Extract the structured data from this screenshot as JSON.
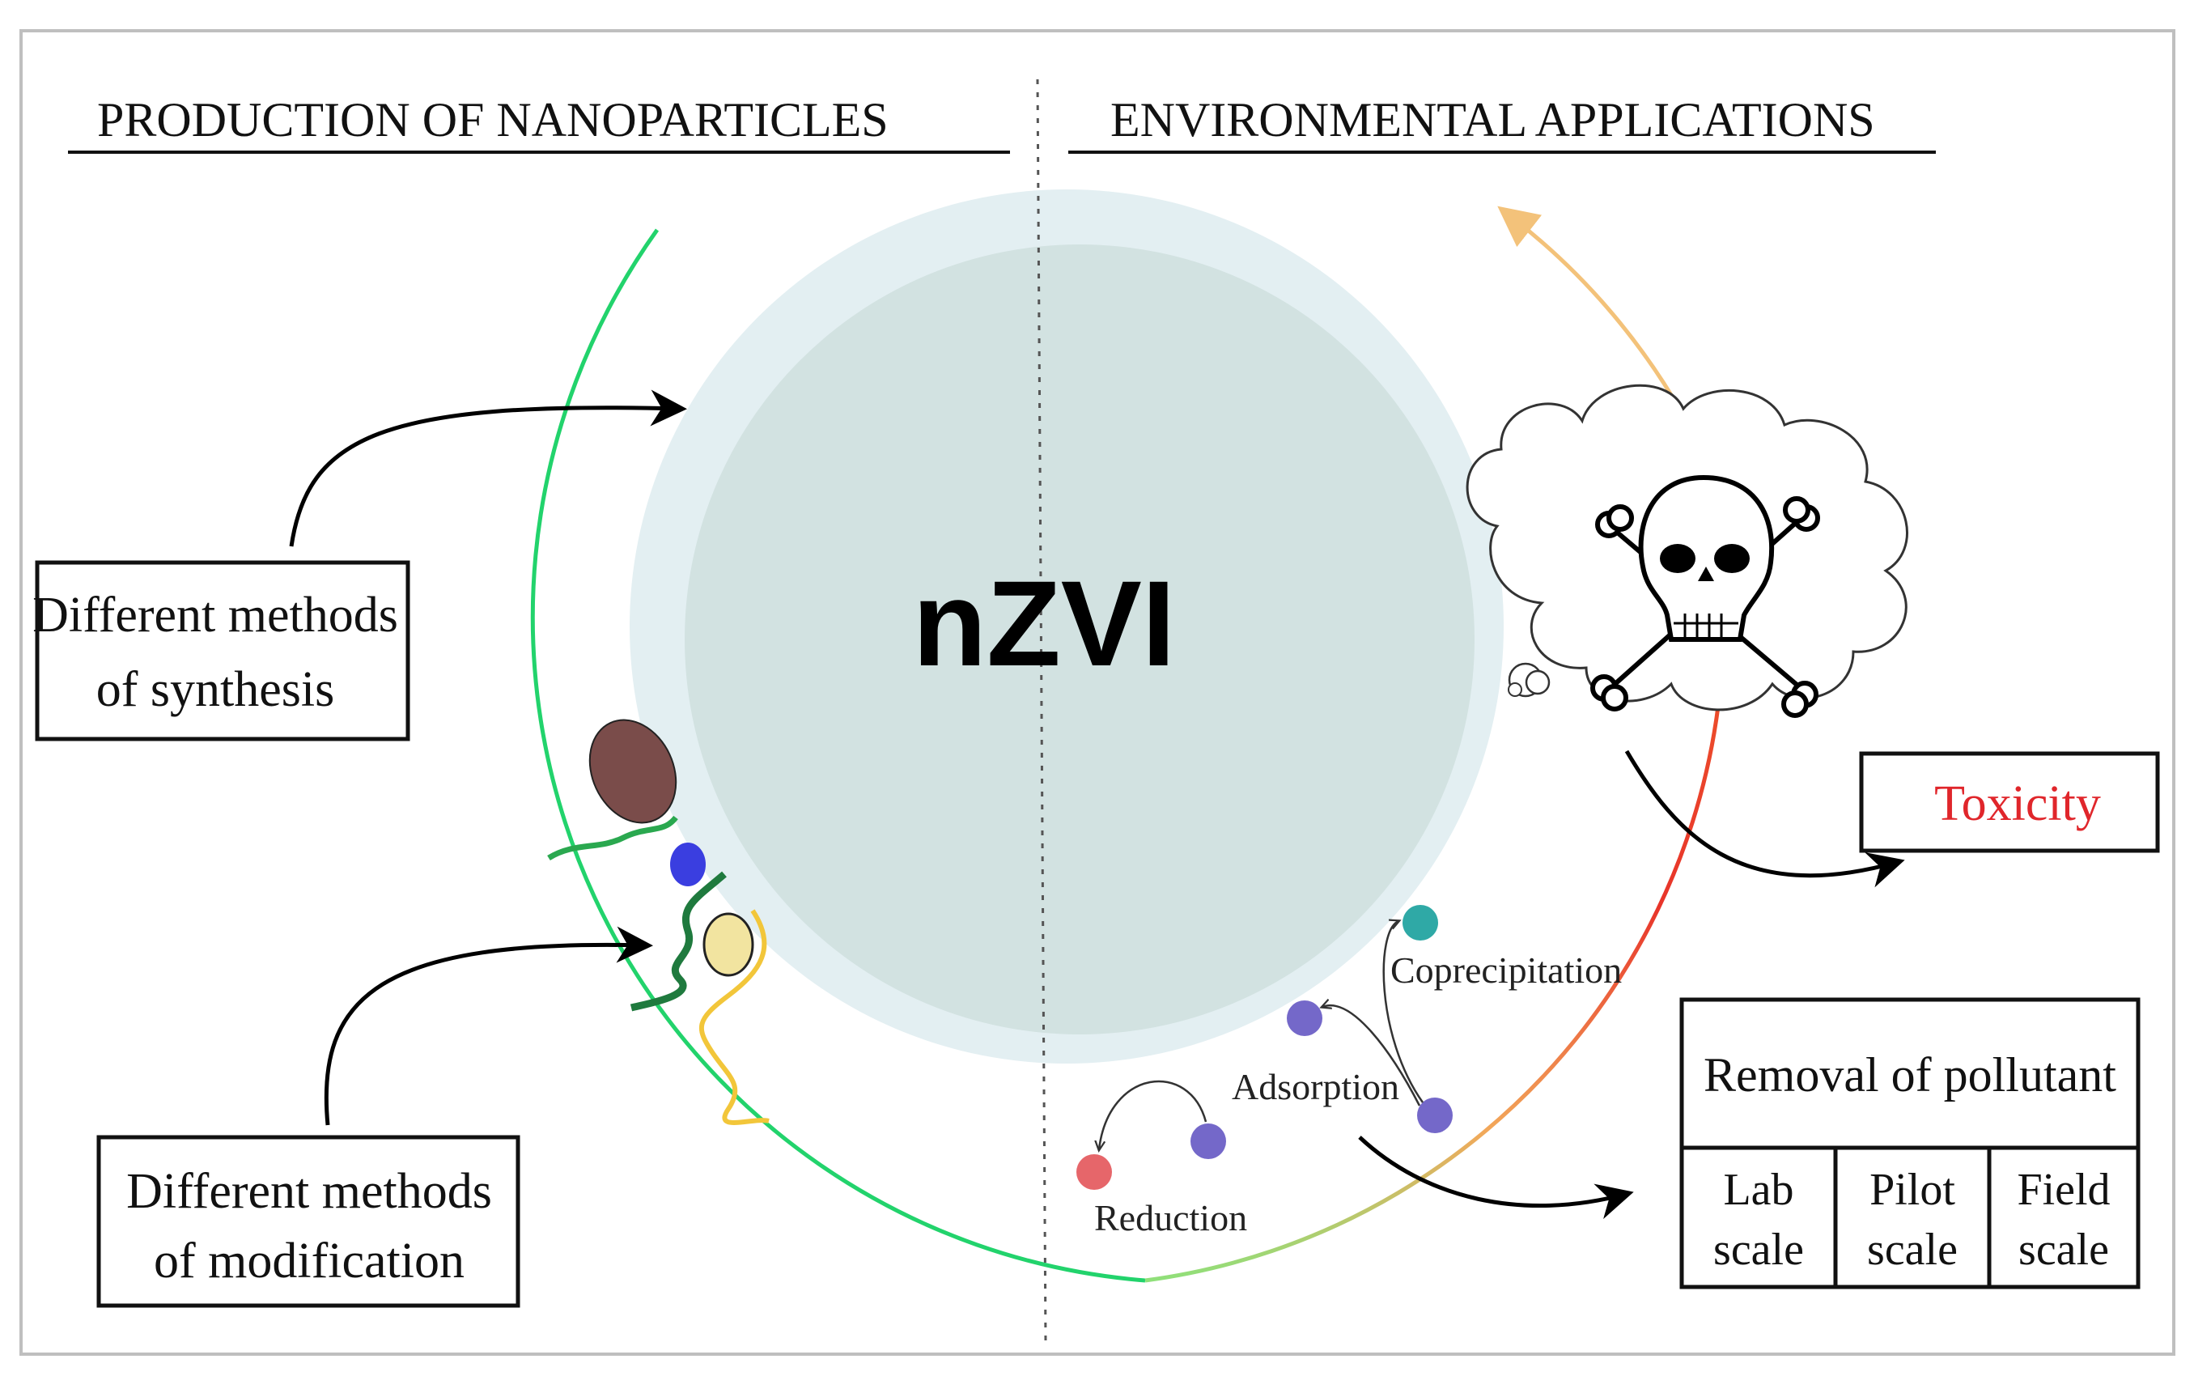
{
  "headers": {
    "left": "PRODUCTION  OF NANOPARTICLES",
    "right": "ENVIRONMENTAL APPLICATIONS"
  },
  "center": {
    "label": "nZVI"
  },
  "boxes": {
    "synthesis": {
      "line1": "Different methods",
      "line2": "of synthesis"
    },
    "modification": {
      "line1": "Different methods",
      "line2": "of modification"
    },
    "toxicity": "Toxicity",
    "removal": {
      "title": "Removal of pollutant",
      "scales": [
        {
          "line1": "Lab",
          "line2": "scale"
        },
        {
          "line1": "Pilot",
          "line2": "scale"
        },
        {
          "line1": "Field",
          "line2": "scale"
        }
      ]
    }
  },
  "mechanisms": {
    "coprecipitation": "Coprecipitation",
    "adsorption": "Adsorption",
    "reduction": "Reduction"
  },
  "colors": {
    "toxicity_text": "#e0262b",
    "arc_green": "#22d36c",
    "arc_red": "#e8382a",
    "arc_orange": "#f0a85a",
    "particle_outer": "#e3eff2",
    "particle_inner": "#d2e2e1",
    "dot_purple": "#7468c9",
    "dot_red": "#e6666a",
    "dot_teal": "#2fa9a6",
    "blob_brown": "#7a4c4a",
    "blob_yellow": "#f2e4a0",
    "dot_blue": "#3a3ee0",
    "chain_green": "#2aa84f",
    "chain_darkgreen": "#1f7a3e",
    "chain_yellow": "#f2c63a"
  },
  "icons": [
    "skull-crossbones-icon",
    "thought-cloud-icon"
  ]
}
